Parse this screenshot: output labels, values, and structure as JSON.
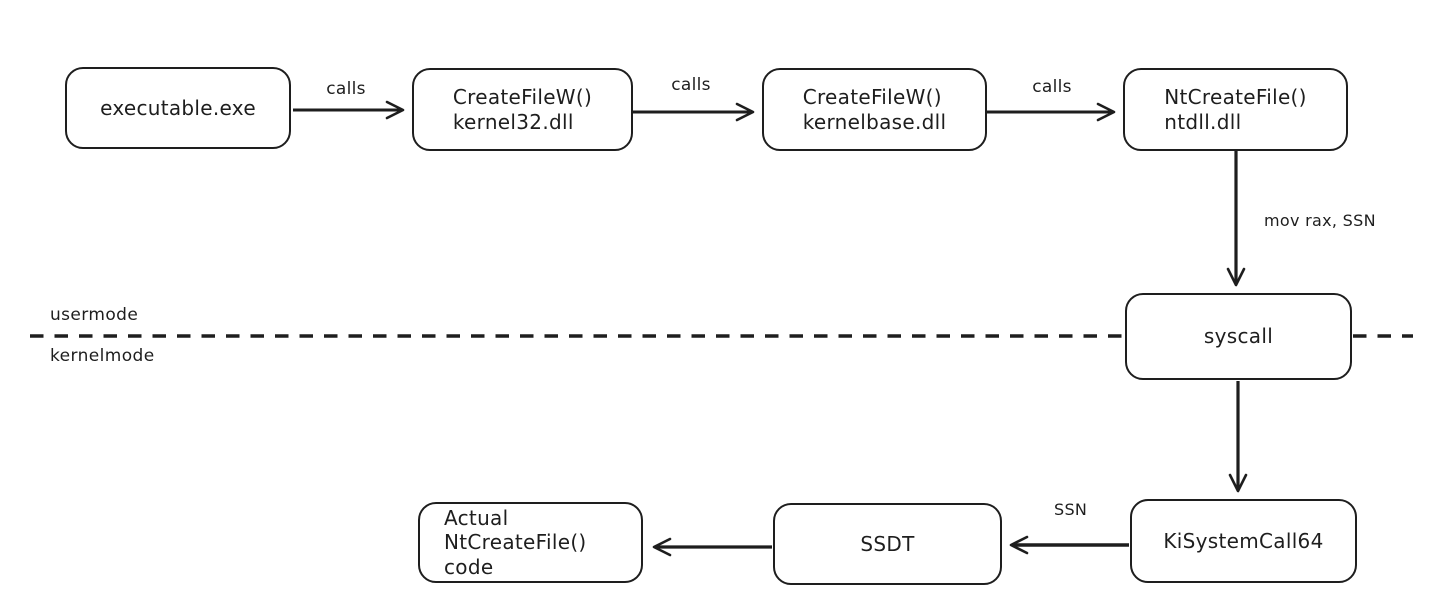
{
  "diagram": {
    "colors": {
      "background": "#ffffff",
      "stroke": "#1e1e1e"
    },
    "boxes": [
      {
        "id": "executable-exe",
        "lines": [
          "executable.exe"
        ]
      },
      {
        "id": "createfilew-kernel32",
        "lines": [
          "CreateFileW()",
          "kernel32.dll"
        ]
      },
      {
        "id": "createfilew-kernelbase",
        "lines": [
          "CreateFileW()",
          "kernelbase.dll"
        ]
      },
      {
        "id": "ntcreatefile-ntdll",
        "lines": [
          "NtCreateFile()",
          "ntdll.dll"
        ]
      },
      {
        "id": "syscall",
        "lines": [
          "syscall"
        ]
      },
      {
        "id": "kisystemcall64",
        "lines": [
          "KiSystemCall64"
        ]
      },
      {
        "id": "ssdt",
        "lines": [
          "SSDT"
        ]
      },
      {
        "id": "actual-ntcreatefile",
        "lines": [
          "Actual",
          "NtCreateFile() code"
        ]
      }
    ],
    "edge_labels": [
      {
        "id": "calls-1",
        "text": "calls"
      },
      {
        "id": "calls-2",
        "text": "calls"
      },
      {
        "id": "calls-3",
        "text": "calls"
      },
      {
        "id": "mov-rax-ssn",
        "text": "mov rax, SSN"
      },
      {
        "id": "ssn",
        "text": "SSN"
      }
    ],
    "regions": {
      "above_divider": "usermode",
      "below_divider": "kernelmode"
    }
  }
}
